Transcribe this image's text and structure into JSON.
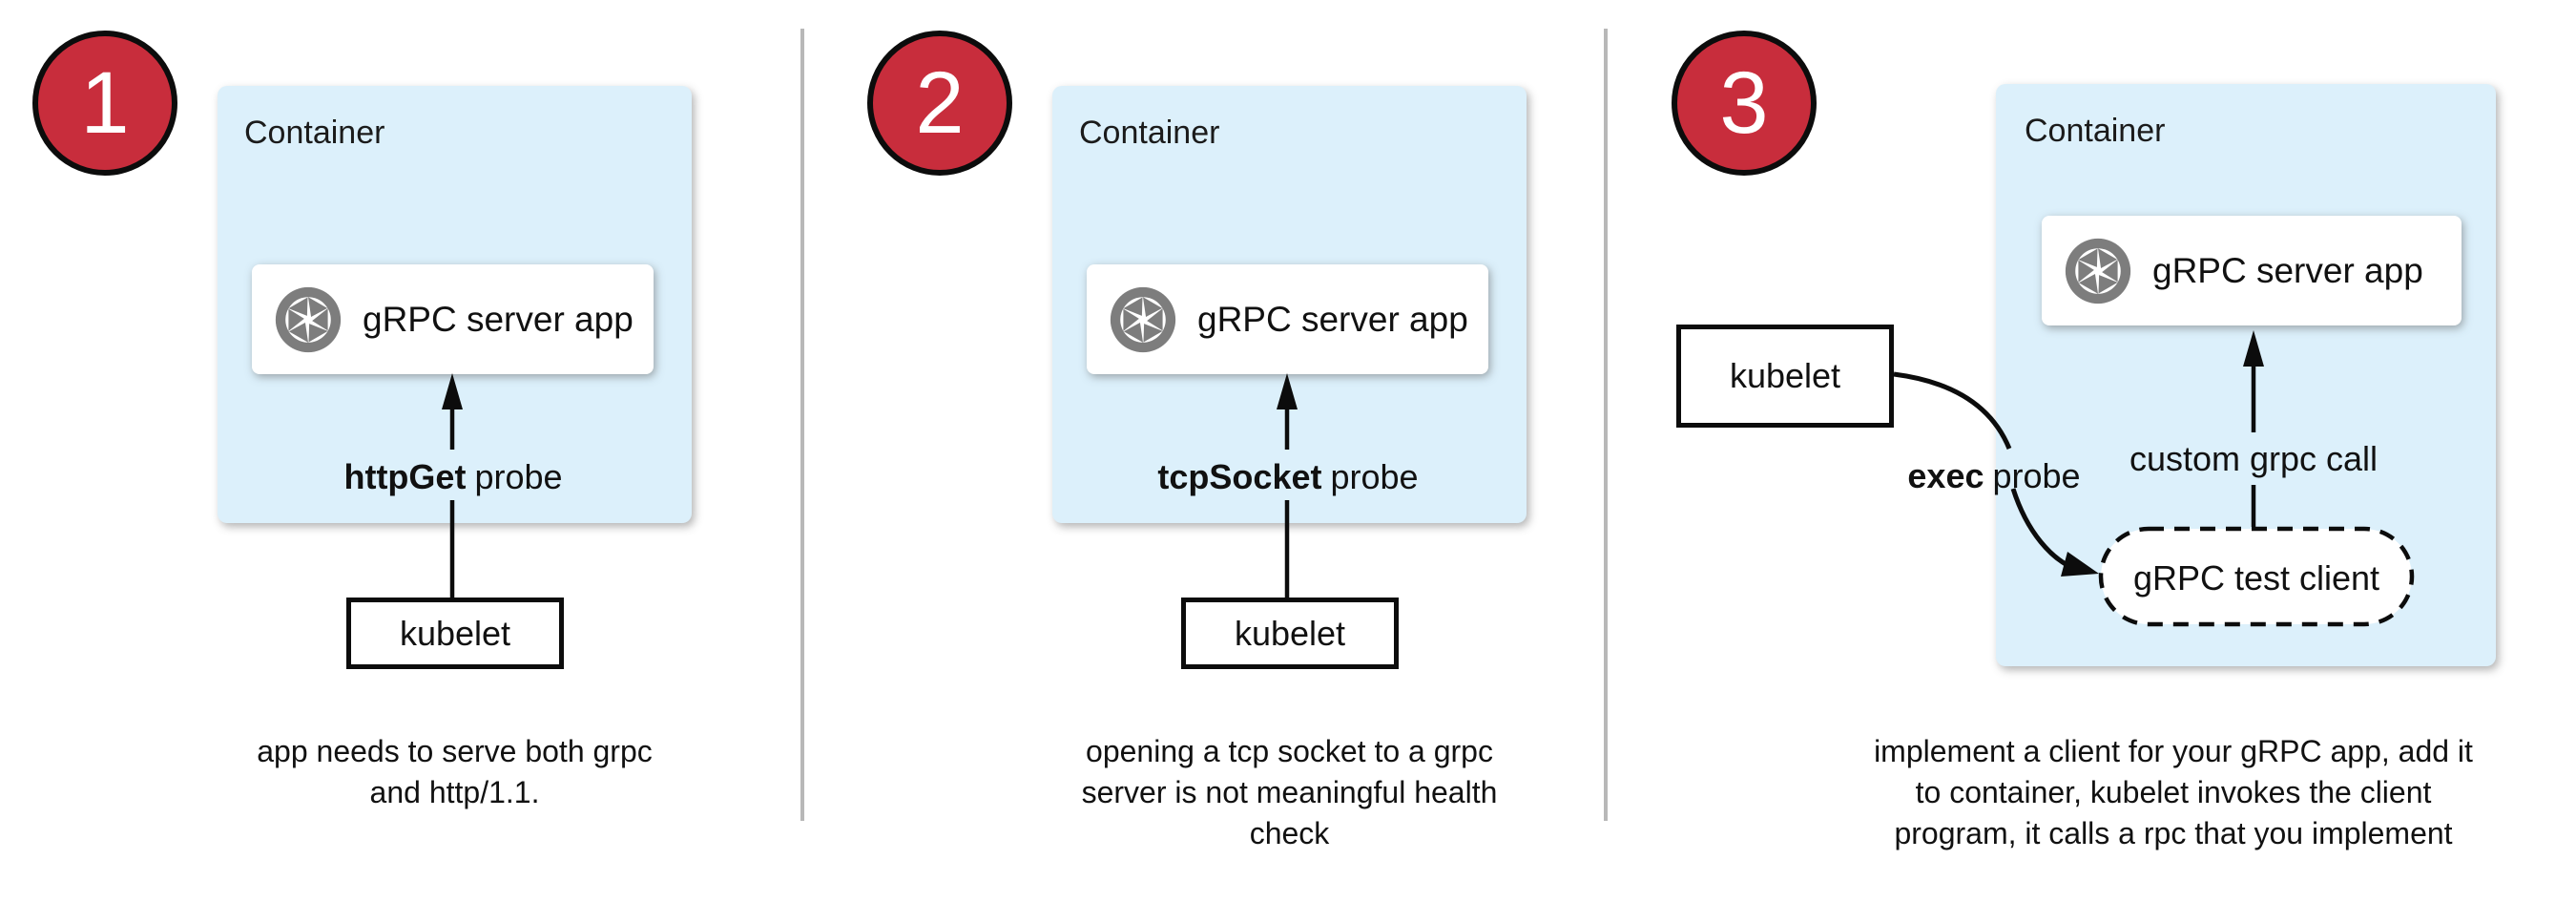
{
  "colors": {
    "container_fill": "#dcf0fb",
    "badge_fill": "#c82d3c",
    "badge_text": "#ffffff",
    "icon_gray": "#7d7d7d",
    "divider_gray": "#b8b8b8",
    "line_black": "#0c0c0c"
  },
  "panels": [
    {
      "badge": "1",
      "container_label": "Container",
      "app_icon": "aperture-icon",
      "app_label": "gRPC server app",
      "probe": {
        "keyword": "httpGet",
        "word": "probe"
      },
      "kubelet_label": "kubelet",
      "caption_lines": [
        "app needs to serve both grpc",
        "and http/1.1."
      ]
    },
    {
      "badge": "2",
      "container_label": "Container",
      "app_icon": "aperture-icon",
      "app_label": "gRPC server app",
      "probe": {
        "keyword": "tcpSocket",
        "word": "probe"
      },
      "kubelet_label": "kubelet",
      "caption_lines": [
        "opening a tcp socket to a grpc",
        "server is not meaningful health",
        "check"
      ]
    },
    {
      "badge": "3",
      "container_label": "Container",
      "app_icon": "aperture-icon",
      "app_label": "gRPC server app",
      "probe": {
        "keyword": "exec",
        "word": "probe"
      },
      "kubelet_label": "kubelet",
      "custom_call_label": "custom grpc call",
      "test_client_label": "gRPC test client",
      "caption_lines": [
        "implement a client for your gRPC app, add it",
        "to container, kubelet invokes the client",
        "program, it calls a rpc that you implement"
      ]
    }
  ]
}
